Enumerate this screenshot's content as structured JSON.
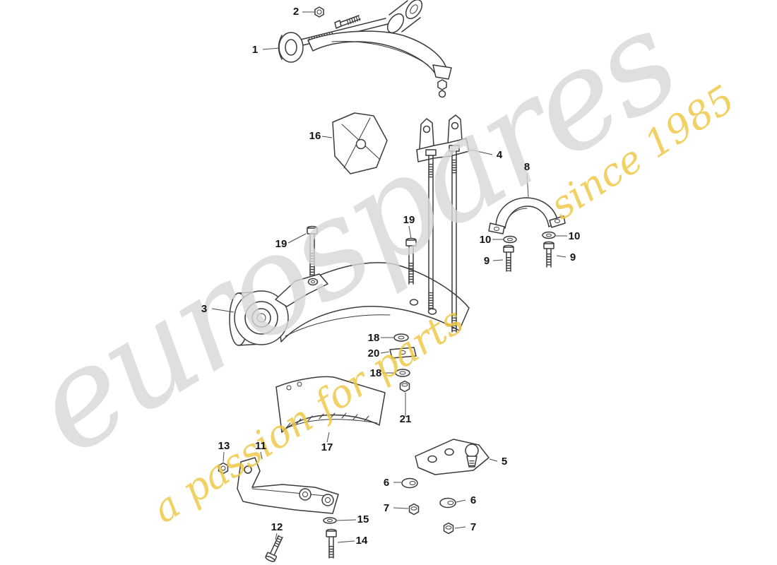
{
  "watermark": {
    "brand": "eurospares",
    "tagline": "a passion for parts",
    "since": "since 1985",
    "brand_color": "#d8d8d8",
    "accent_color": "#eec843"
  },
  "labels": {
    "1": "1",
    "2": "2",
    "3": "3",
    "4": "4",
    "5": "5",
    "6": "6",
    "7": "7",
    "8": "8",
    "9": "9",
    "10": "10",
    "11": "11",
    "12": "12",
    "13": "13",
    "14": "14",
    "15": "15",
    "16": "16",
    "17": "17",
    "18": "18",
    "19": "19",
    "20": "20",
    "21": "21"
  }
}
